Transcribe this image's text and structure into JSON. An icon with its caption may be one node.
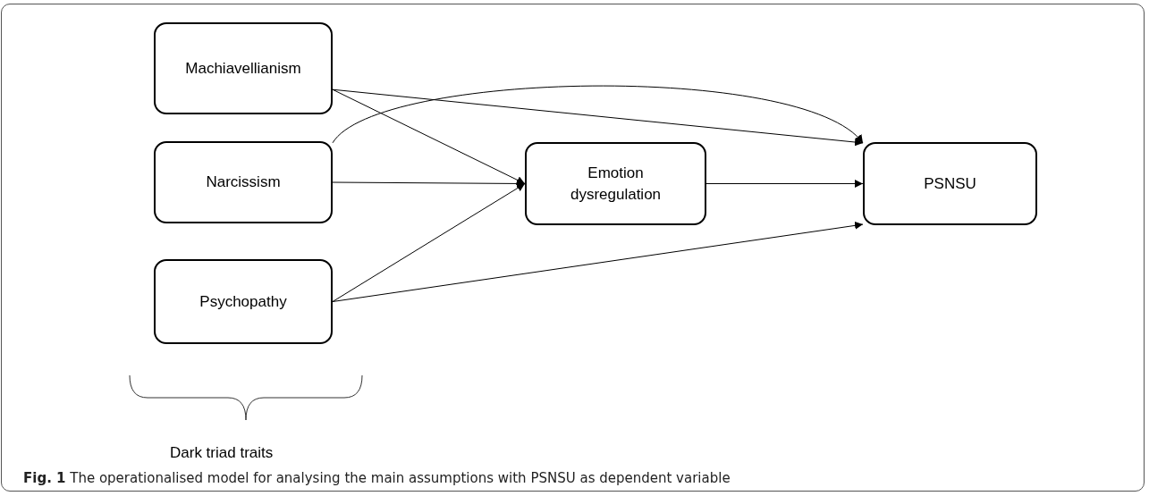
{
  "diagram": {
    "caption": "**Fig. 1** The operationalised model for analysing the main assumptions with PSNSU as dependent variable",
    "nodes": [
      {
        "text": [
          "Machiavellianism"
        ]
      },
      {
        "text": [
          "Narcissism"
        ]
      },
      {
        "text": [
          "Psychopathy"
        ]
      },
      {
        "text": [
          "Emotion dysregulation"
        ]
      },
      {
        "text": [
          "PSNSU"
        ]
      }
    ],
    "edges": [
      {
        "from": 0,
        "to": 3,
        "arrow": "to"
      },
      {
        "from": 0,
        "to": 4,
        "arrow": "to"
      },
      {
        "from": 1,
        "to": 3,
        "arrow": "to"
      },
      {
        "from": 1,
        "to": 4,
        "arrow": "to"
      },
      {
        "from": 2,
        "to": 3,
        "arrow": "to"
      },
      {
        "from": 2,
        "to": 4,
        "arrow": "to"
      },
      {
        "from": 3,
        "to": 4,
        "arrow": "to"
      }
    ],
    "labels": [
      "Dark triad traits"
    ]
  }
}
